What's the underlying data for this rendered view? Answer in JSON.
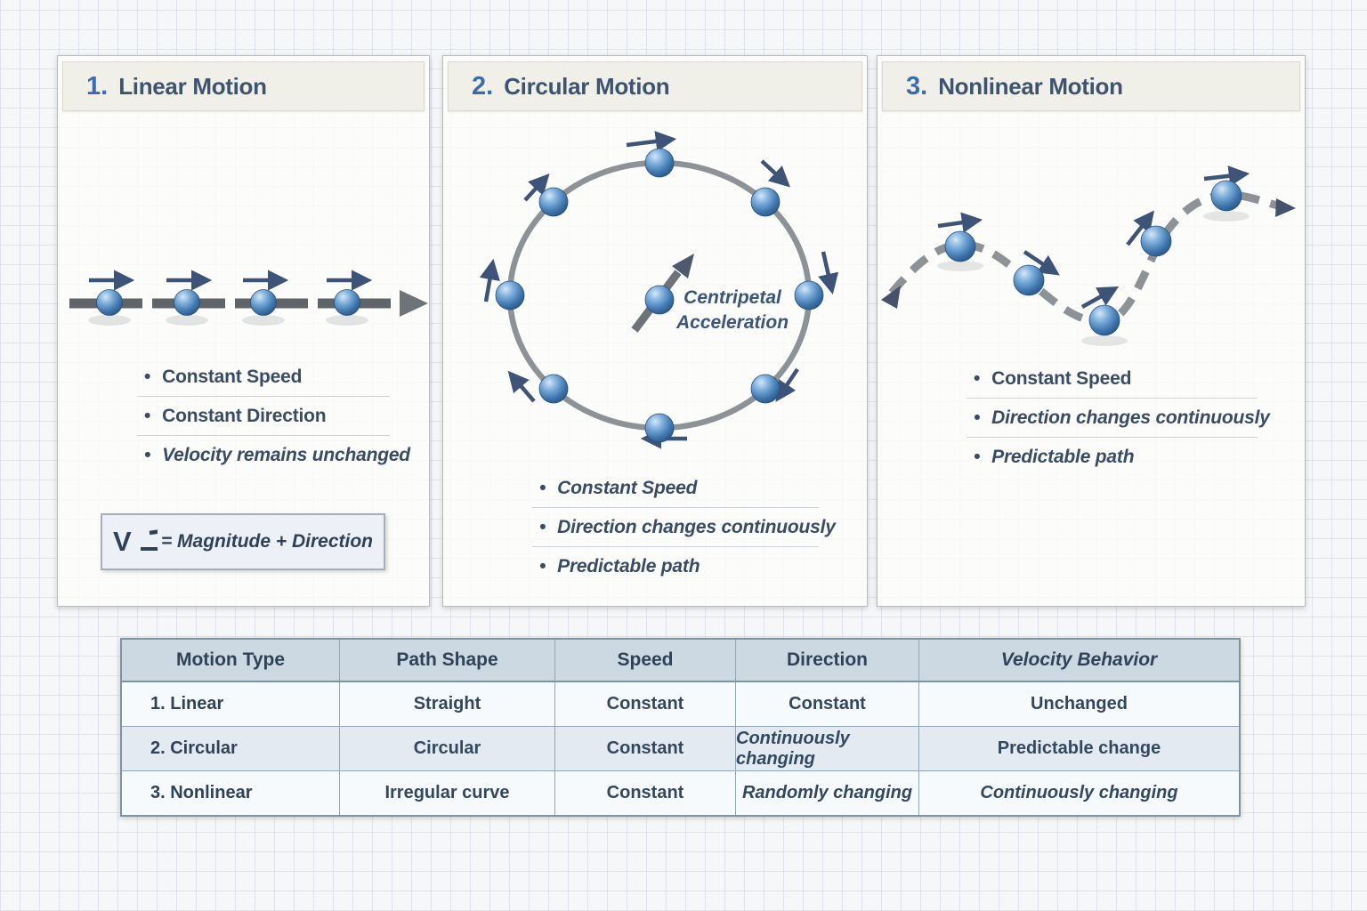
{
  "panels": [
    {
      "number": "1.",
      "title": "Linear Motion",
      "bullets": [
        {
          "text": "Constant Speed"
        },
        {
          "text": "Constant Direction"
        },
        {
          "text": "Velocity remains unchanged"
        }
      ],
      "formula": {
        "symbol": "V",
        "equals": "= Magnitude + Direction"
      }
    },
    {
      "number": "2.",
      "title": "Circular Motion",
      "center_label": {
        "line1": "Centripetal",
        "line2": "Acceleration"
      },
      "bullets": [
        {
          "text": "Constant Speed"
        },
        {
          "text": "Direction changes continuously"
        },
        {
          "text": "Predictable path"
        }
      ]
    },
    {
      "number": "3.",
      "title": "Nonlinear Motion",
      "bullets": [
        {
          "text": "Constant Speed"
        },
        {
          "text": "Direction changes continuously"
        },
        {
          "text": "Predictable path"
        }
      ]
    }
  ],
  "table": {
    "headers": [
      "Motion Type",
      "Path Shape",
      "Speed",
      "Direction",
      "Velocity Behavior"
    ],
    "rows": [
      [
        "1. Linear",
        "Straight",
        "Constant",
        "Constant",
        "Unchanged"
      ],
      [
        "2. Circular",
        "Circular",
        "Constant",
        "Continuously changing",
        "Predictable change"
      ],
      [
        "3. Nonlinear",
        "Irregular curve",
        "Constant",
        "Randomly changing",
        "Continuously changing"
      ]
    ]
  },
  "colors": {
    "accent_blue": "#3c6cab",
    "title_navy": "#3e536f",
    "arrow_navy": "#3d5377",
    "path_gray": "#8d9297",
    "ball_blue": "#4a82b8",
    "header_cream": "#f0efe8",
    "table_header_bg": "#ccd9e3",
    "table_alt_row_bg": "#e3eaf1"
  }
}
